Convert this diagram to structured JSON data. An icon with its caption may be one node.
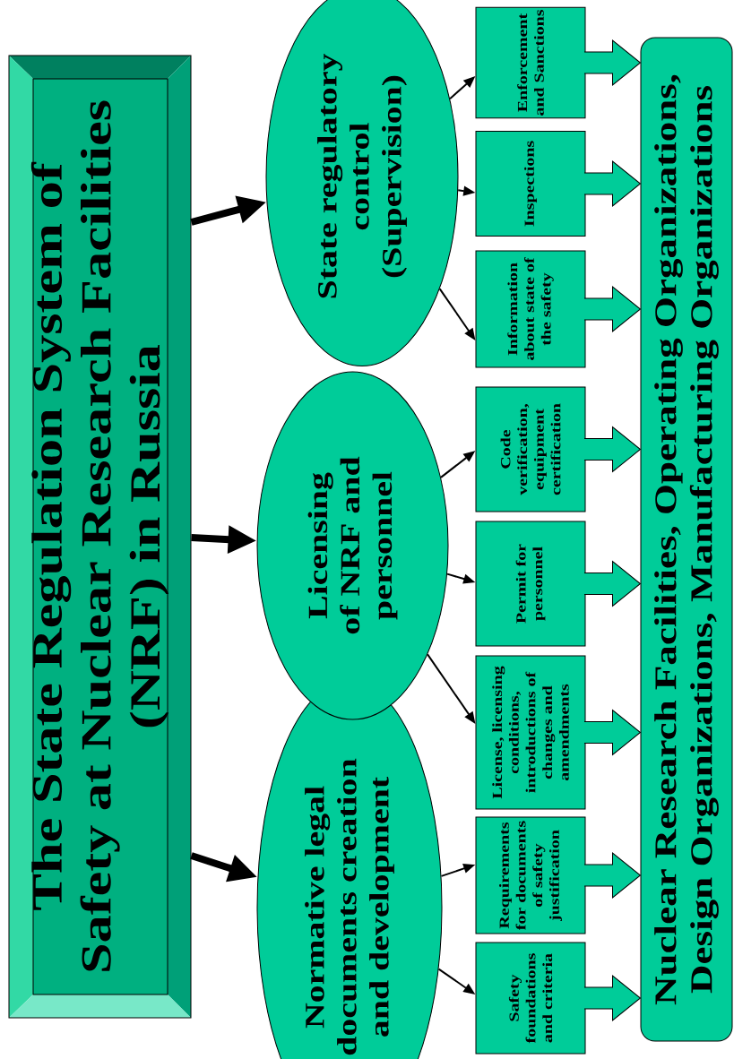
{
  "diagram": {
    "nodes": [
      {
        "text": [
          "The State Regulation System of Safety at Nuclear Research Facilities (NRF) in Russia"
        ]
      },
      {
        "text": [
          "Normative legal documents creation and development"
        ]
      },
      {
        "text": [
          "Licensing of NRF and personnel"
        ]
      },
      {
        "text": [
          "State regulatory control (Supervision)"
        ]
      },
      {
        "text": [
          "Safety foundations and criteria"
        ]
      },
      {
        "text": [
          "Requirements for documents of safety justification"
        ]
      },
      {
        "text": [
          "License, licensing conditions, introductions of changes and amendments"
        ]
      },
      {
        "text": [
          "Permit for personnel"
        ]
      },
      {
        "text": [
          "Code verification, equipment certification"
        ]
      },
      {
        "text": [
          "Information about state of the safety"
        ]
      },
      {
        "text": [
          "Inspections"
        ]
      },
      {
        "text": [
          "Enforcement and Sanctions"
        ]
      },
      {
        "text": [
          "Nuclear Research Facilities, Operating Organizations, Design Organizations, Manufacturing Organizations"
        ]
      }
    ],
    "edges": [
      {
        "from": 0,
        "to": 1,
        "arrow": "to",
        "style": "thick"
      },
      {
        "from": 0,
        "to": 2,
        "arrow": "to",
        "style": "thick"
      },
      {
        "from": 0,
        "to": 3,
        "arrow": "to",
        "style": "thick"
      },
      {
        "from": 1,
        "to": 4,
        "arrow": "to"
      },
      {
        "from": 1,
        "to": 5,
        "arrow": "to"
      },
      {
        "from": 2,
        "to": 6,
        "arrow": "to"
      },
      {
        "from": 2,
        "to": 7,
        "arrow": "to"
      },
      {
        "from": 2,
        "to": 8,
        "arrow": "to"
      },
      {
        "from": 3,
        "to": 9,
        "arrow": "to"
      },
      {
        "from": 3,
        "to": 10,
        "arrow": "to"
      },
      {
        "from": 3,
        "to": 11,
        "arrow": "to"
      },
      {
        "from": 4,
        "to": 12,
        "arrow": "to",
        "style": "thick"
      },
      {
        "from": 5,
        "to": 12,
        "arrow": "to",
        "style": "thick"
      },
      {
        "from": 6,
        "to": 12,
        "arrow": "to",
        "style": "thick"
      },
      {
        "from": 7,
        "to": 12,
        "arrow": "to",
        "style": "thick"
      },
      {
        "from": 8,
        "to": 12,
        "arrow": "to",
        "style": "thick"
      },
      {
        "from": 9,
        "to": 12,
        "arrow": "to",
        "style": "thick"
      },
      {
        "from": 10,
        "to": 12,
        "arrow": "to",
        "style": "thick"
      },
      {
        "from": 11,
        "to": 12,
        "arrow": "to",
        "style": "thick"
      }
    ]
  }
}
